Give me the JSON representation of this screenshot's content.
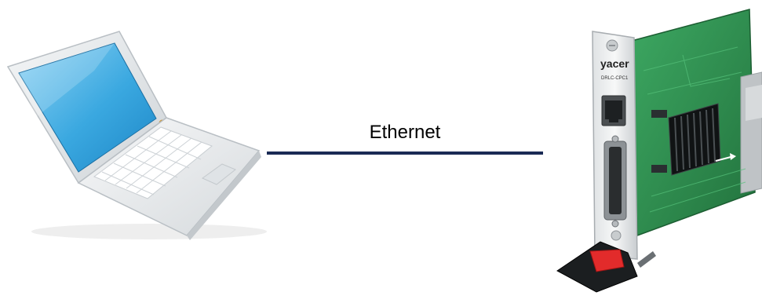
{
  "connection": {
    "label": "Ethernet",
    "line_color": "#1a2a55"
  },
  "devices": {
    "laptop": {
      "name": "laptop",
      "screen_color": "#3aa8e0",
      "body_color": "#e8ebee",
      "power_led_color": "#f2b43a"
    },
    "card": {
      "name": "cpci-card",
      "brand_text": "yacer",
      "model_text": "DRLC-CPC1",
      "pcb_color": "#2e8a4e",
      "handle_color": "#e22b2b"
    }
  }
}
